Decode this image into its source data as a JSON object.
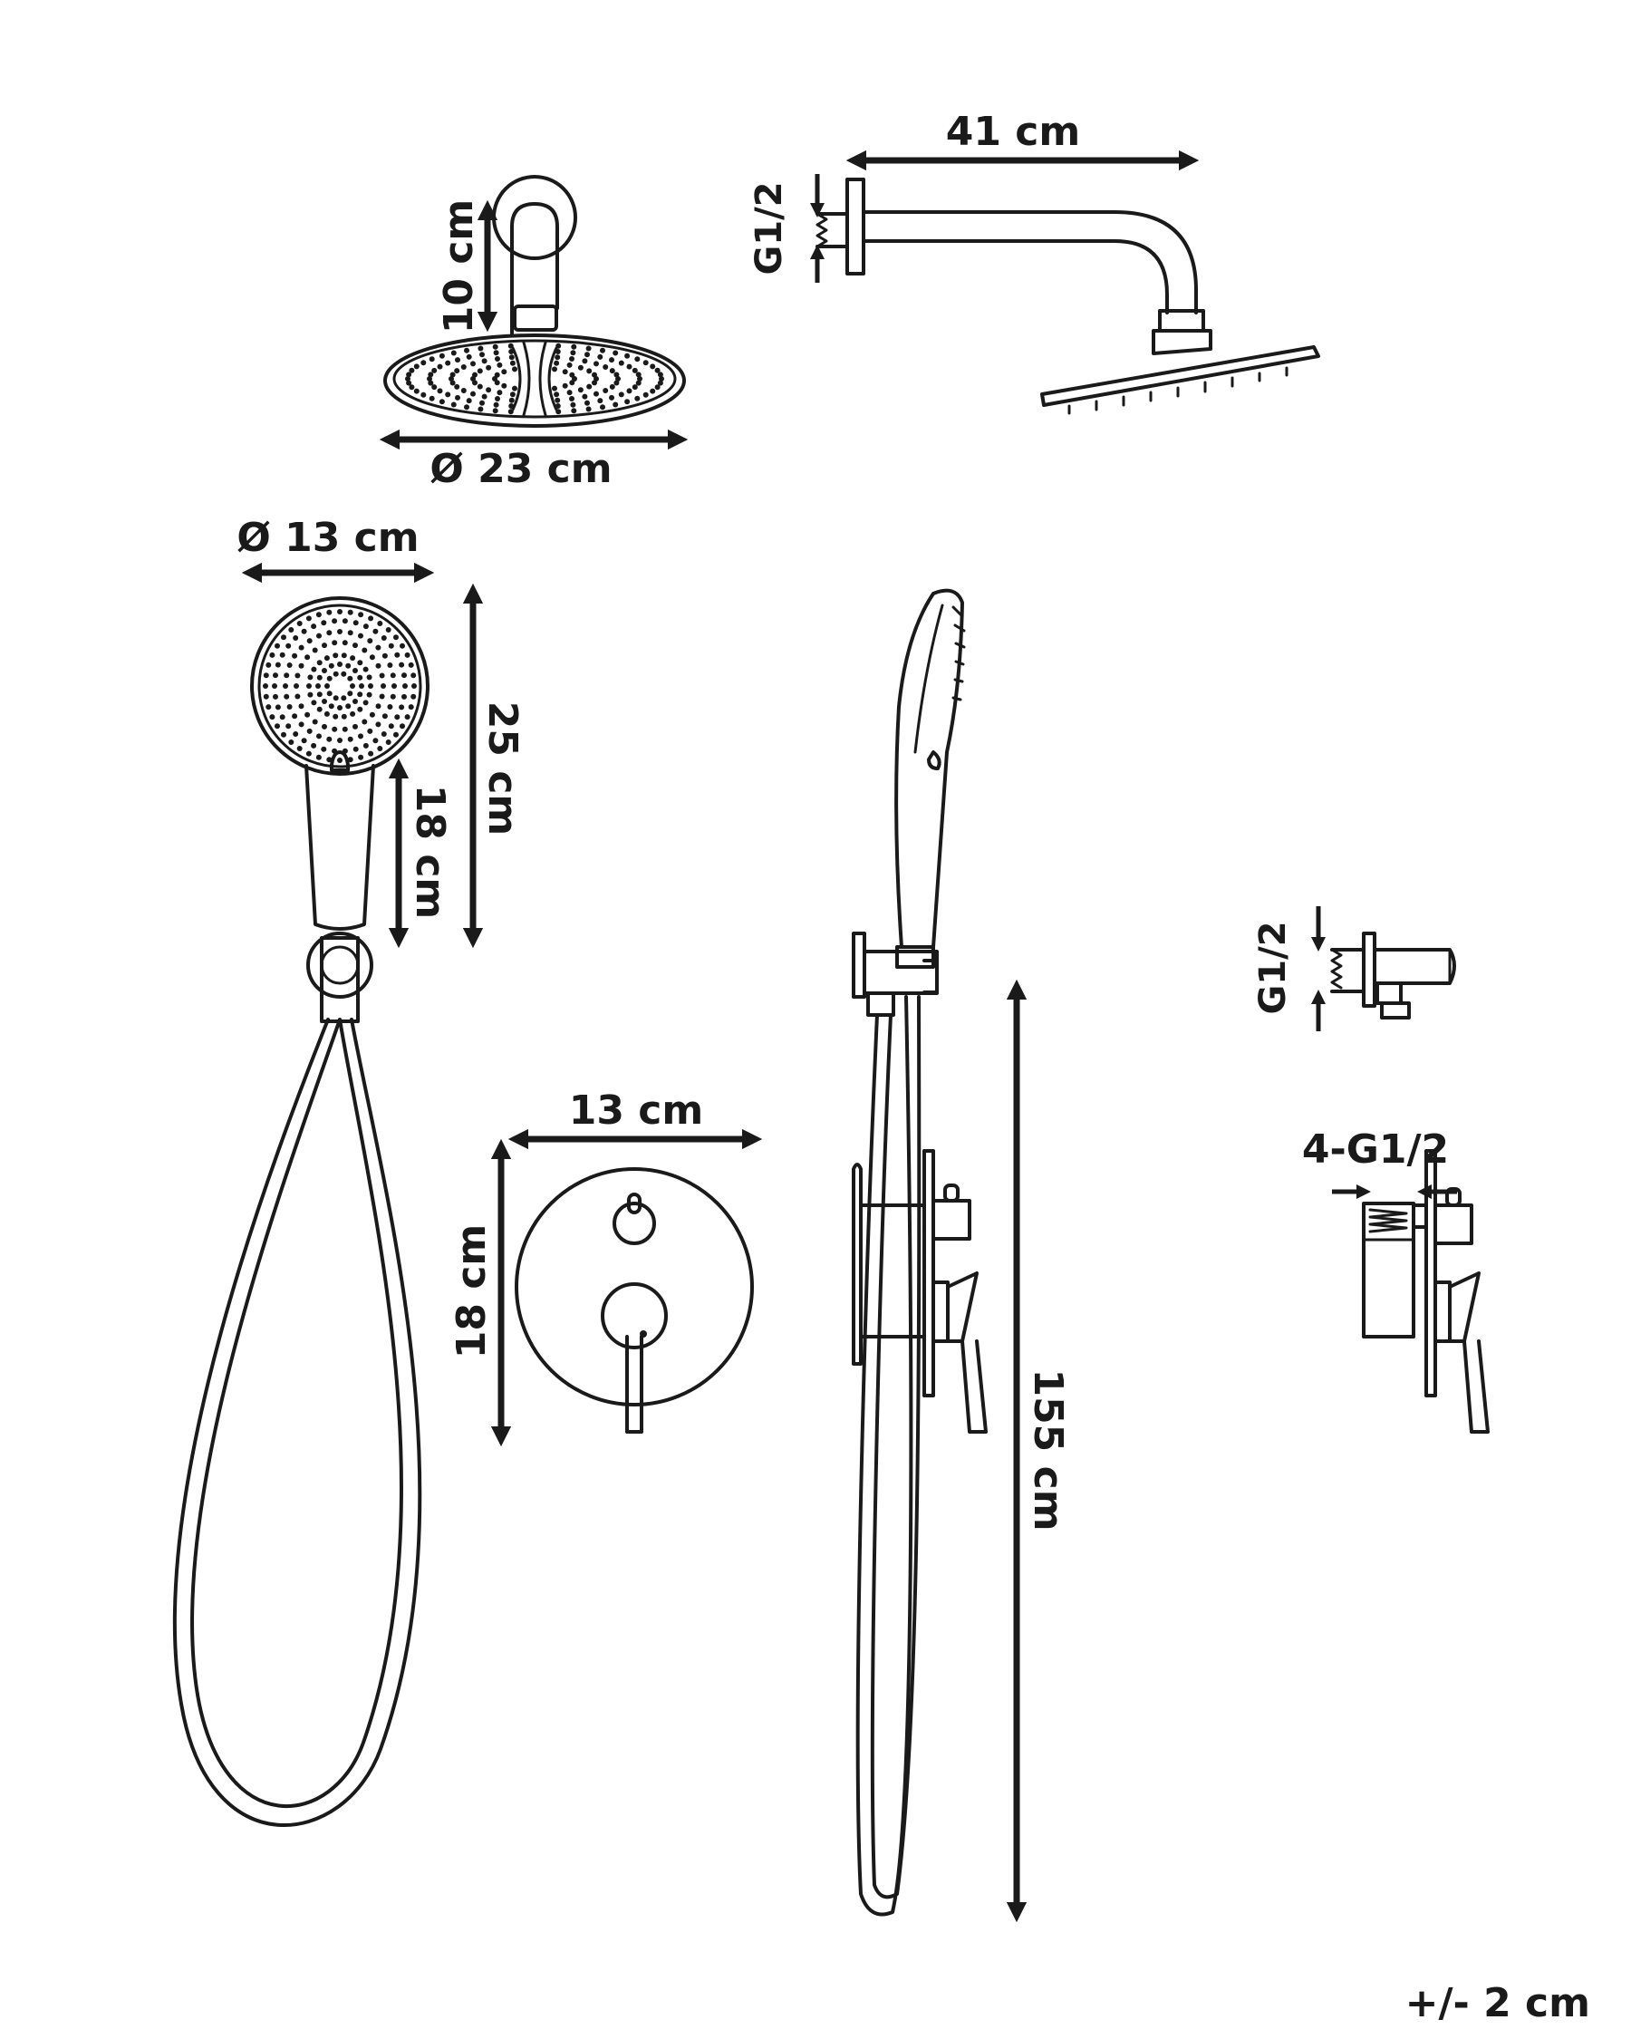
{
  "labels": {
    "rain_head_arm_height": "10 cm",
    "rain_head_diameter": "Ø 23 cm",
    "arm_length": "41 cm",
    "arm_thread": "G1/2",
    "hand_head_diameter": "Ø 13 cm",
    "hand_total_length": "25 cm",
    "hand_handle_length": "18 cm",
    "valve_width": "13 cm",
    "valve_height": "18 cm",
    "hose_length": "155 cm",
    "holder_thread": "G1/2",
    "valve_threads": "4-G1/2",
    "tolerance": "+/- 2 cm"
  }
}
